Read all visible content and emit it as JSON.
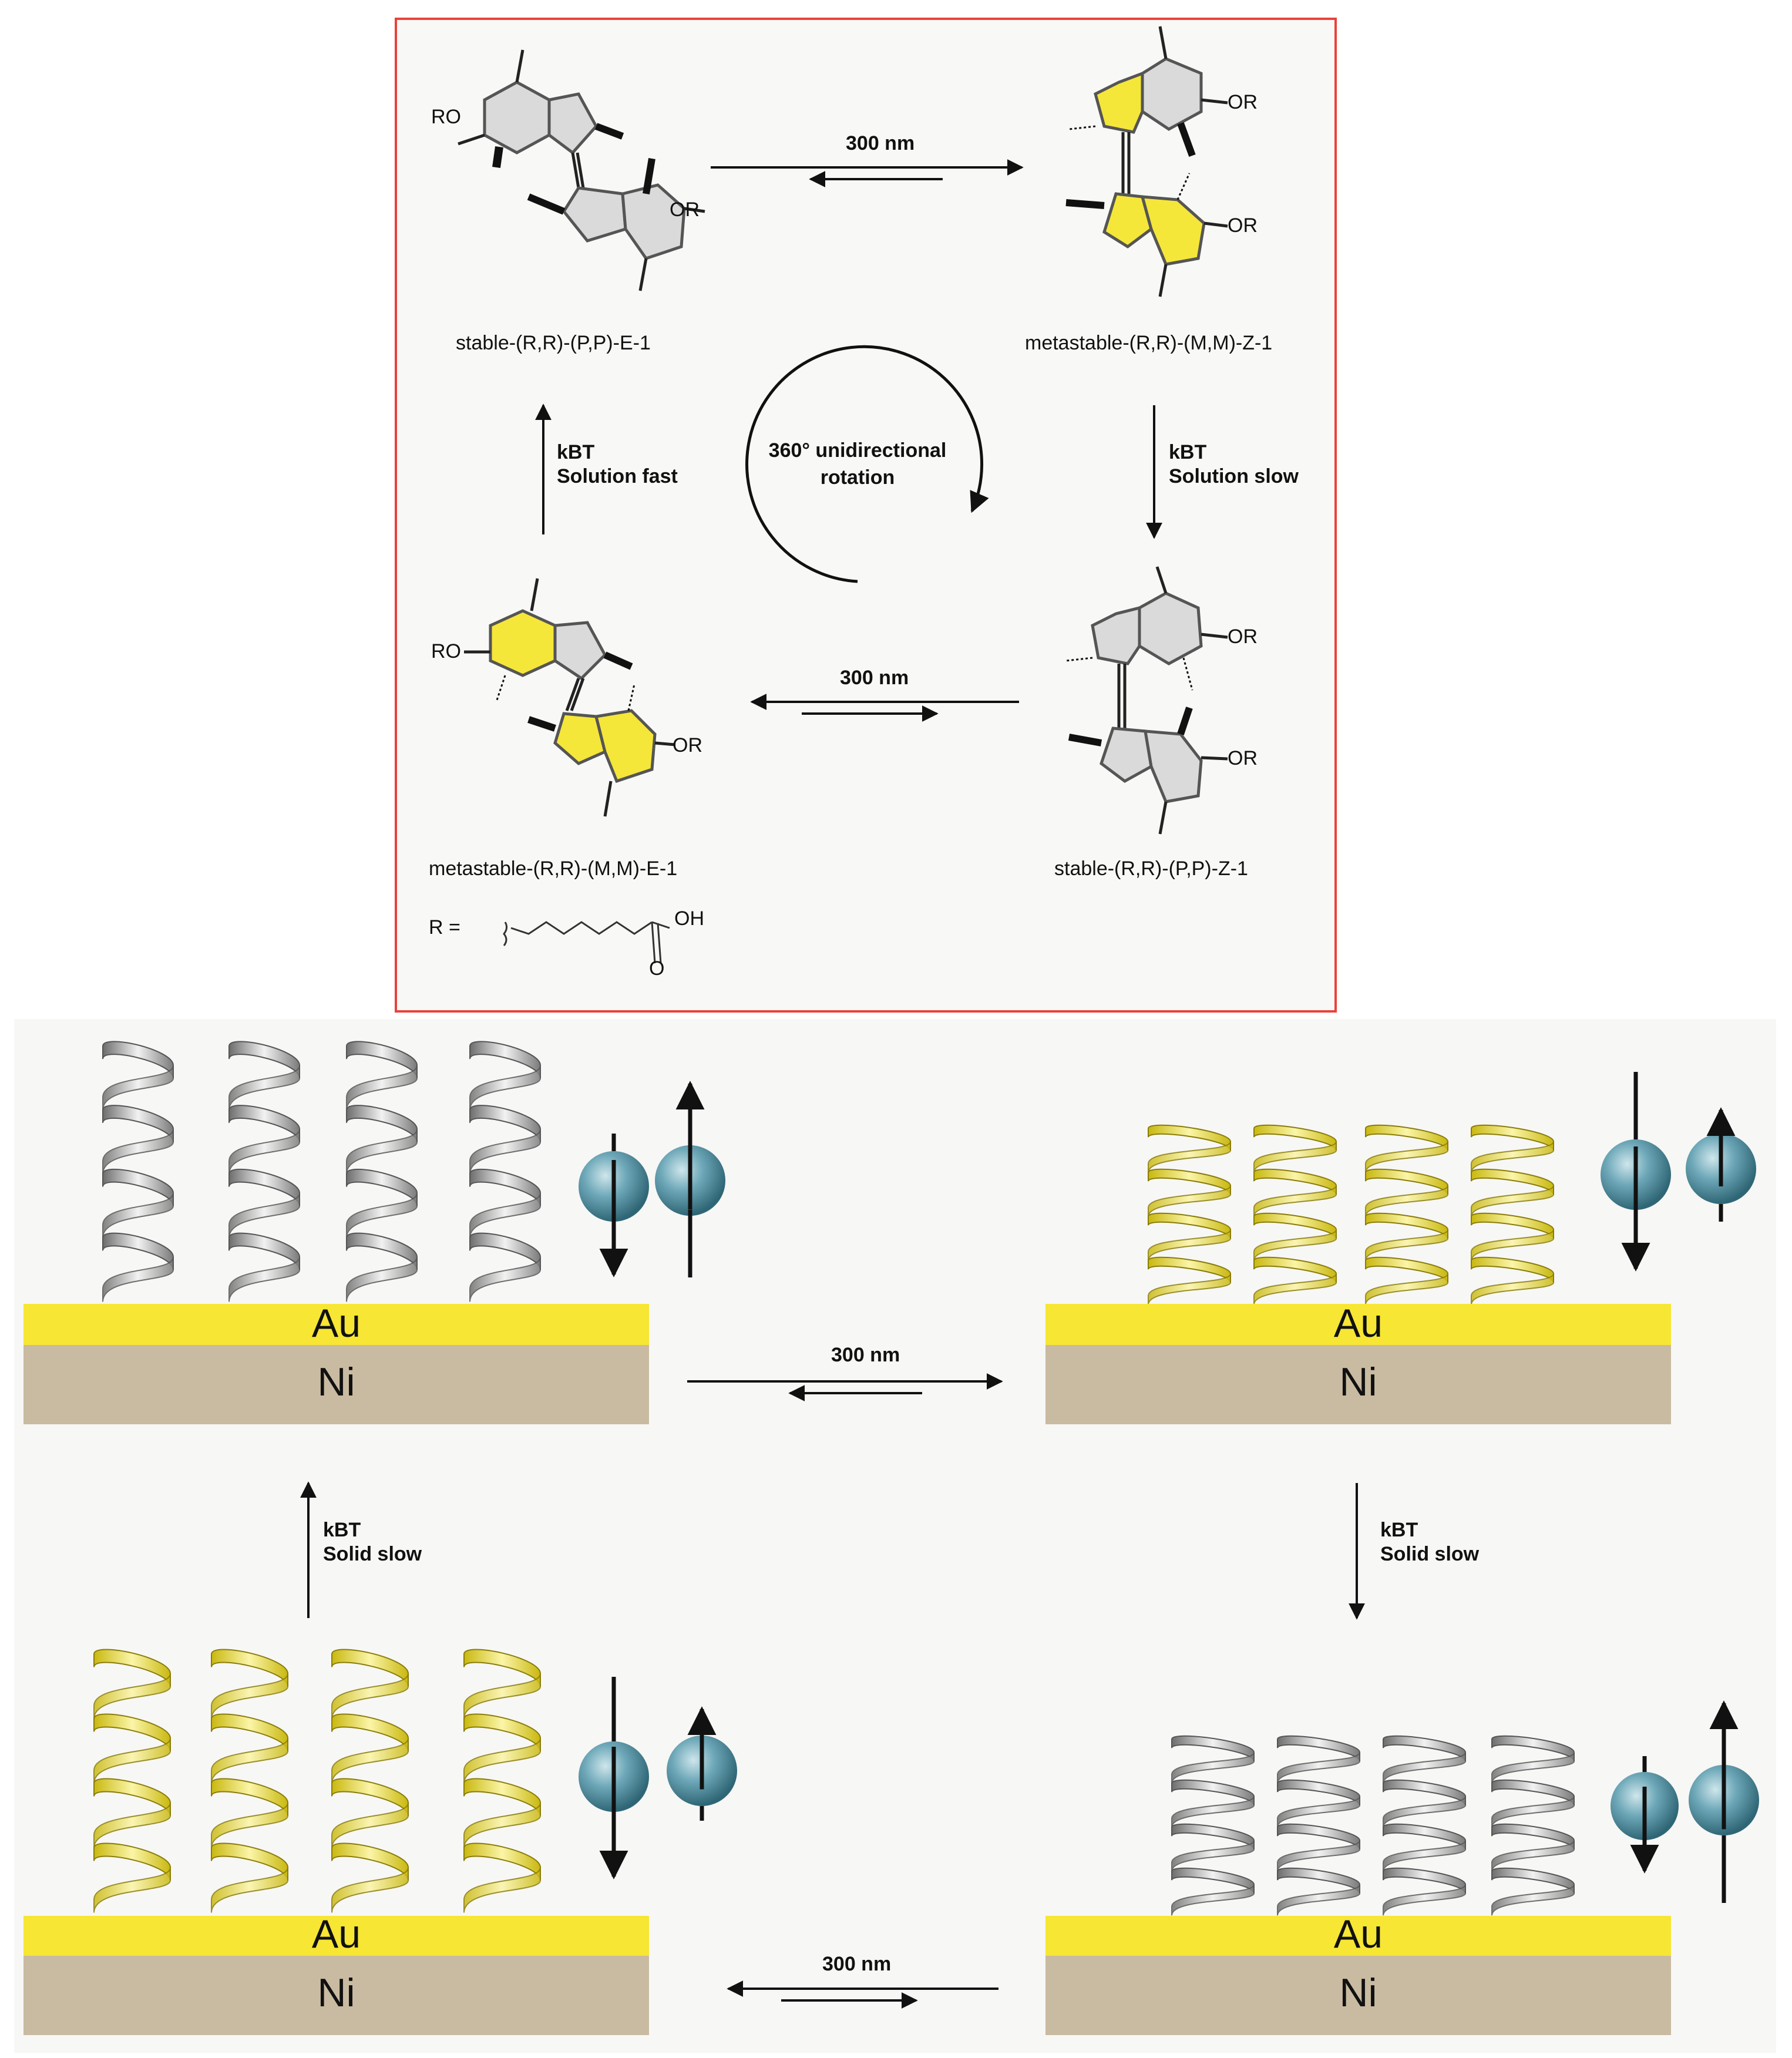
{
  "scheme": {
    "arrow_top": "300 nm",
    "arrow_bottom": "300 nm",
    "right_arrow": {
      "kbt": "kBT",
      "line2": "Solution slow"
    },
    "left_arrow": {
      "kbt": "kBT",
      "line2": "Solution fast"
    },
    "rotation": {
      "line1": "360° unidirectional",
      "line2": "rotation"
    },
    "substituent_RO": "RO",
    "substituent_OR": "OR",
    "captions": {
      "top_left": "stable-(R,R)-(P,P)-E-1",
      "top_right": "metastable-(R,R)-(M,M)-Z-1",
      "bottom_left": "metastable-(R,R)-(M,M)-E-1",
      "bottom_right": "stable-(R,R)-(P,P)-Z-1"
    },
    "r_group": {
      "prefix": "R =",
      "oh": "OH",
      "o": "O"
    }
  },
  "devices": {
    "au_label": "Au",
    "ni_label": "Ni",
    "arrow_top": "300 nm",
    "arrow_bottom": "300 nm",
    "right_arrow": {
      "kbt": "kBT",
      "line2": "Solid slow"
    },
    "left_arrow": {
      "kbt": "kBT",
      "line2": "Solid slow"
    }
  },
  "colors": {
    "frame": "#e8423a",
    "gold": "#f7e633",
    "nickel": "#c9bba1",
    "sphere": "#5a9bad",
    "helix_yellow": "#e6d21a",
    "helix_grey": "#9a9a9a"
  }
}
